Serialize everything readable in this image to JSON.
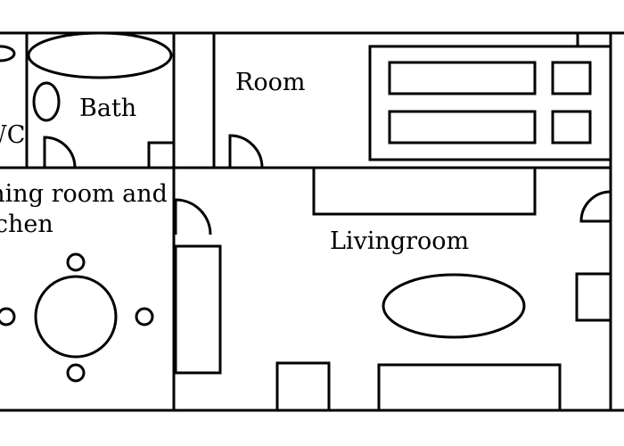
{
  "rooms": {
    "wc": "WC",
    "bath": "Bath",
    "room": "Room",
    "dining_line1": "Dining room and",
    "dining_line2": "kitchen",
    "living": "Livingroom"
  }
}
